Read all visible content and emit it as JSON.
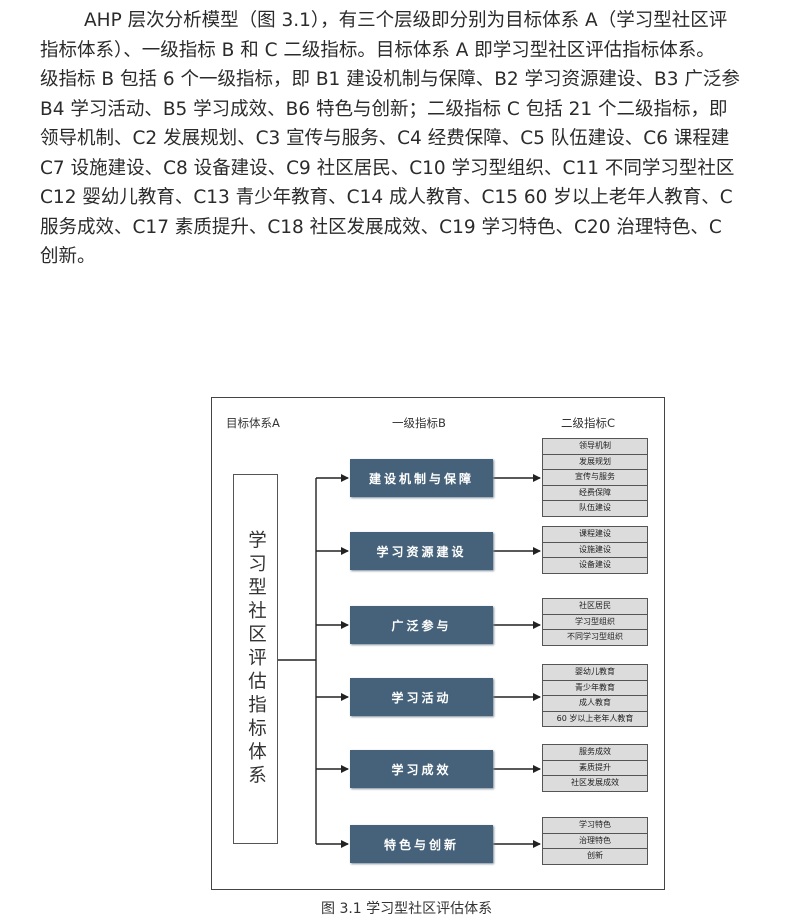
{
  "paragraph": [
    "AHP 层次分析模型（图 3.1），有三个层级即分别为目标体系 A（学习型社区评",
    "指标体系）、一级指标 B 和 C 二级指标。目标体系 A 即学习型社区评估指标体系。",
    "级指标 B 包括 6 个一级指标，即 B1 建设机制与保障、B2 学习资源建设、B3 广泛参",
    "B4 学习活动、B5 学习成效、B6 特色与创新；二级指标 C 包括 21 个二级指标，即",
    "领导机制、C2 发展规划、C3 宣传与服务、C4 经费保障、C5 队伍建设、C6 课程建",
    "C7 设施建设、C8 设备建设、C9 社区居民、C10 学习型组织、C11 不同学习型社区",
    "C12 婴幼儿教育、C13 青少年教育、C14 成人教育、C15 60 岁以上老年人教育、C",
    "服务成效、C17 素质提升、C18 社区发展成效、C19 学习特色、C20 治理特色、C",
    "创新。"
  ],
  "figure": {
    "headers": {
      "a": "目标体系A",
      "b": "一级指标B",
      "c": "二级指标C"
    },
    "target": "学习型社区评估指标体系",
    "b_items": [
      "建设机制与保障",
      "学习资源建设",
      "广泛参与",
      "学习活动",
      "学习成效",
      "特色与创新"
    ],
    "c_groups": [
      [
        "领导机制",
        "发展规划",
        "宣传与服务",
        "经费保障",
        "队伍建设"
      ],
      [
        "课程建设",
        "设施建设",
        "设备建设"
      ],
      [
        "社区居民",
        "学习型组织",
        "不同学习型组织"
      ],
      [
        "婴幼儿教育",
        "青少年教育",
        "成人教育",
        "60 岁以上老年人教育"
      ],
      [
        "服务成效",
        "素质提升",
        "社区发展成效"
      ],
      [
        "学习特色",
        "治理特色",
        "创新"
      ]
    ]
  },
  "caption": "图 3.1  学习型社区评估体系"
}
